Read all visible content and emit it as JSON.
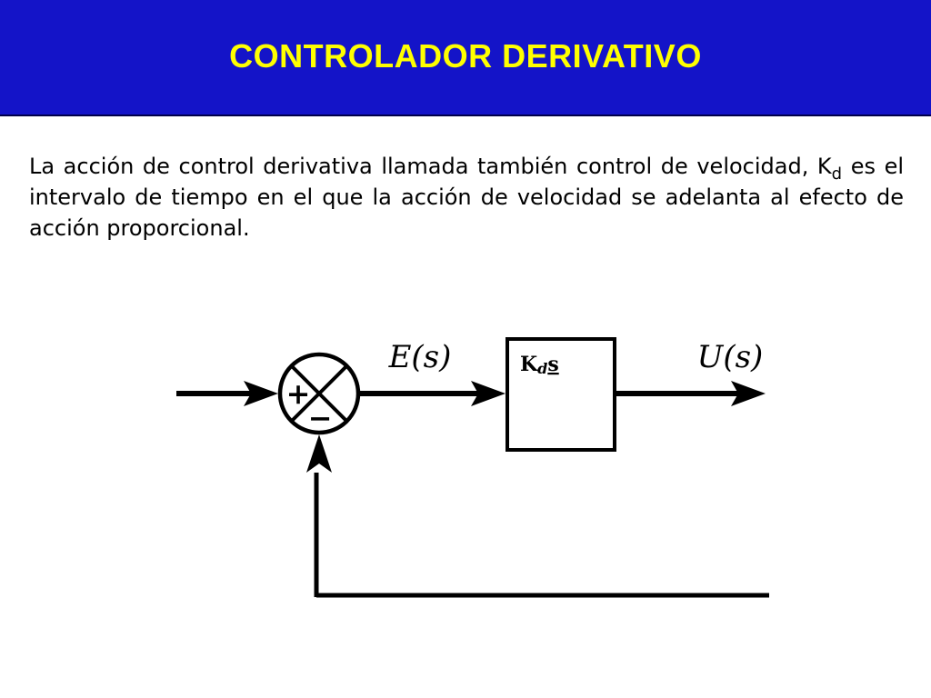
{
  "header": {
    "title": "CONTROLADOR DERIVATIVO",
    "background": "#1414c8",
    "title_color": "#ffff00"
  },
  "paragraph": {
    "part1": "La acción de control derivativa llamada también control de velocidad, K",
    "subscript": "d",
    "part2": " es el intervalo de tiempo en el que la acción de velocidad se adelanta al efecto de acción proporcional."
  },
  "diagram": {
    "error_label": "E(s)",
    "output_label": "U(s)",
    "block_main": "K",
    "block_sub": "d",
    "block_var": "s",
    "plus_sign": "+",
    "minus_sign": "−"
  }
}
